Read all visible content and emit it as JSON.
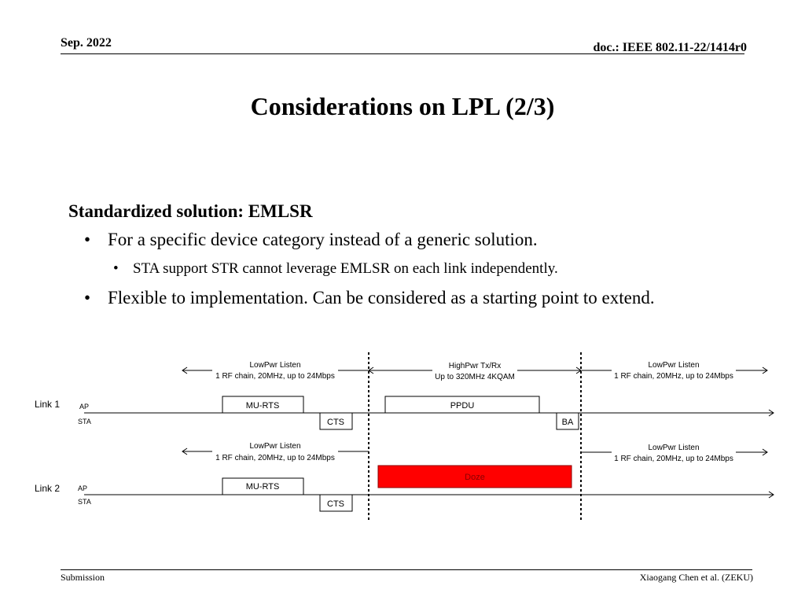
{
  "header": {
    "date": "Sep. 2022",
    "doc": "doc.: IEEE 802.11-22/1414r0"
  },
  "title": "Considerations on LPL (2/3)",
  "body": {
    "heading": "Standardized solution: EMLSR",
    "bullets": [
      "For a specific device category instead of a generic solution.",
      "STA support STR cannot leverage EMLSR on each link independently.",
      "Flexible to implementation. Can be considered as a starting point to extend."
    ]
  },
  "diagram": {
    "top": {
      "left_l1": "LowPwr Listen",
      "left_l2": "1 RF chain, 20MHz, up to 24Mbps",
      "mid_l1": "HighPwr Tx/Rx",
      "mid_l2": "Up to 320MHz 4KQAM",
      "right_l1": "LowPwr Listen",
      "right_l2": "1 RF chain, 20MHz, up to 24Mbps"
    },
    "link1": {
      "label": "Link 1",
      "ap": "AP",
      "sta": "STA",
      "murts": "MU-RTS",
      "ppdu": "PPDU",
      "cts": "CTS",
      "ba": "BA"
    },
    "mid": {
      "left_l1": "LowPwr Listen",
      "left_l2": "1 RF chain, 20MHz, up to 24Mbps",
      "right_l1": "LowPwr Listen",
      "right_l2": "1 RF chain, 20MHz, up to 24Mbps"
    },
    "link2": {
      "label": "Link 2",
      "ap": "AP",
      "sta": "STA",
      "murts": "MU-RTS",
      "doze": "Doze",
      "cts": "CTS"
    },
    "colors": {
      "doze": "#ff0000"
    }
  },
  "footer": {
    "left": "Submission",
    "right": "Xiaogang Chen et al. (ZEKU)"
  }
}
